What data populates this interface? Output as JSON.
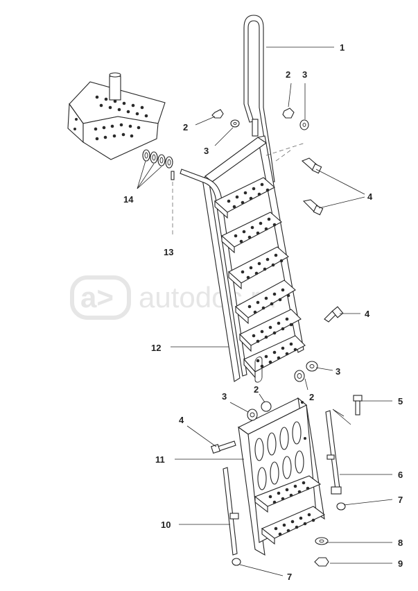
{
  "watermark": {
    "text": "autodoc.ru"
  },
  "callouts": [
    {
      "label": "1"
    },
    {
      "label": "2"
    },
    {
      "label": "3"
    },
    {
      "label": "2"
    },
    {
      "label": "3"
    },
    {
      "label": "4"
    },
    {
      "label": "14"
    },
    {
      "label": "13"
    },
    {
      "label": "4"
    },
    {
      "label": "12"
    },
    {
      "label": "3"
    },
    {
      "label": "3"
    },
    {
      "label": "2"
    },
    {
      "label": "2"
    },
    {
      "label": "5"
    },
    {
      "label": "4"
    },
    {
      "label": "11"
    },
    {
      "label": "6"
    },
    {
      "label": "7"
    },
    {
      "label": "10"
    },
    {
      "label": "8"
    },
    {
      "label": "9"
    },
    {
      "label": "7"
    }
  ]
}
